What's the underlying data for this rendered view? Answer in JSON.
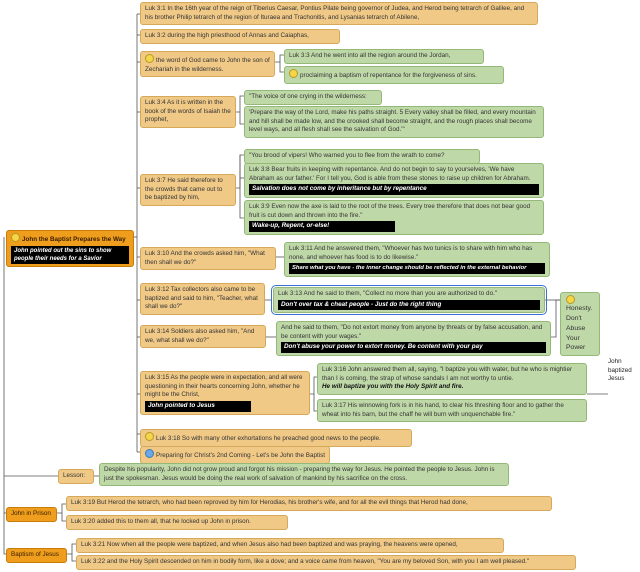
{
  "root": {
    "title": "John the Baptist Prepares the Way",
    "note": "John pointed out the sins to show people their needs for a Savior"
  },
  "n1": "Luk 3:1  In the 16th year of the reign of Tiberius Caesar, Pontius Pilate being governor of Judea, and Herod being tetrarch of Galilee, and his brother Philip tetrarch of the region of Ituraea and Trachonitis, and Lysanias tetrarch of Abilene,",
  "n2": "Luk 3:2  during the high priesthood of Annas and Caiaphas,",
  "n3": "the word of God came to John the son of Zechariah in the wilderness.",
  "n3a": "Luk 3:3  And he went into all the region around the Jordan,",
  "n3b": "proclaiming a baptism of repentance for the forgiveness of sins.",
  "n4": "Luk 3:4  As it is written in the book of the words of Isaiah the prophet,",
  "n4a": "\"The voice of one crying in the wilderness:",
  "n4b": "'Prepare the way of the Lord, make his paths straight. 5  Every valley shall be filled, and every mountain and hill shall be made low, and the crooked shall become straight, and the rough places shall become level ways, and all flesh shall see the salvation of God.'\"",
  "n5": "Luk 3:7  He said therefore to the crowds that came out to be baptized by him,",
  "n5a": "\"You brood of vipers! Who warned you to flee from the wrath to come?",
  "n5b": "Luk 3:8  Bear fruits in keeping with repentance. And do not begin to say to yourselves, 'We have Abraham as our father.' For I tell you, God is able from these stones to raise up children for Abraham.",
  "n5b_note": "Salvation does not come by inheritance but by repentance",
  "n5c": "Luk 3:9  Even now the axe is laid to the root of the trees. Every tree therefore that does not bear good fruit is cut down and thrown into the fire.\"",
  "n5c_note": "Wake-up, Repent, or-else!",
  "n6": "Luk 3:10  And the crowds asked him, \"What then shall we do?\"",
  "n6a": "Luk 3:11  And he answered them, \"Whoever has two tunics is to share with him who has none, and whoever has food is to do likewise.\"",
  "n6a_note": "Share what you have - the inner change should be reflected in the external behavior",
  "n7": "Luk 3:12  Tax collectors also came to be baptized and said to him, \"Teacher, what shall we do?\"",
  "n7a": "Luk 3:13  And he said to them, \"Collect no more than you are authorized to do.\"",
  "n7a_note": "Don't over tax & cheat people - Just do the right thing",
  "n8": "Luk 3:14  Soldiers also asked him, \"And we, what shall we do?\"",
  "n8a": "And he said to them, \"Do not extort money from anyone by threats or by false accusation, and be content with your wages.\"",
  "n8a_note": "Don't abuse your power to extort money. Be content with your pay",
  "honesty": "Honesty. Don't Abuse Your Power",
  "n9": "Luk 3:15  As the people were in expectation, and all were questioning in their hearts concerning John, whether he might be the Christ,",
  "n9_note": "John pointed to Jesus",
  "n9a": "Luk 3:16  John answered them all, saying, \"I baptize you with water, but he who is mightier than I is coming, the strap of whose sandals I am not worthy to untie.",
  "n9a_note": "He will baptize you with the Holy Spirit and fire.",
  "n9b": "Luk 3:17  His winnowing fork is in his hand, to clear his threshing floor and to gather the wheat into his barn, but the chaff he will burn with unquenchable fire.\"",
  "side": "John baptized Jesus",
  "n10": "Luk 3:18  So with many other exhortations he preached good news to the people.",
  "n11": "Preparing for Christ's 2nd Coming - Let's be John the Baptist",
  "lesson_label": "Lesson:",
  "lesson": "Despite his popularity, John did not grow proud and forgot his mission - preparing the way for Jesus. He pointed the people to Jesus. John is just the spokesman. Jesus would be doing the real work of salvation of mankind by his sacrifice on the cross.",
  "prison": "John in Prison",
  "p1": "Luk 3:19  But Herod the tetrarch, who had been reproved by him for Herodias, his brother's wife, and for all the evil things that Herod had done,",
  "p2": "Luk 3:20  added this to them all, that he locked up John in prison.",
  "baptism": "Baptism of Jesus",
  "b1": "Luk 3:21  Now when all the people were baptized, and when Jesus also had been baptized and was praying, the heavens were opened,",
  "b2": "Luk 3:22  and the Holy Spirit descended on him in bodily form, like a dove; and a voice came from heaven, \"You are my beloved Son, with you I am well pleased.\""
}
